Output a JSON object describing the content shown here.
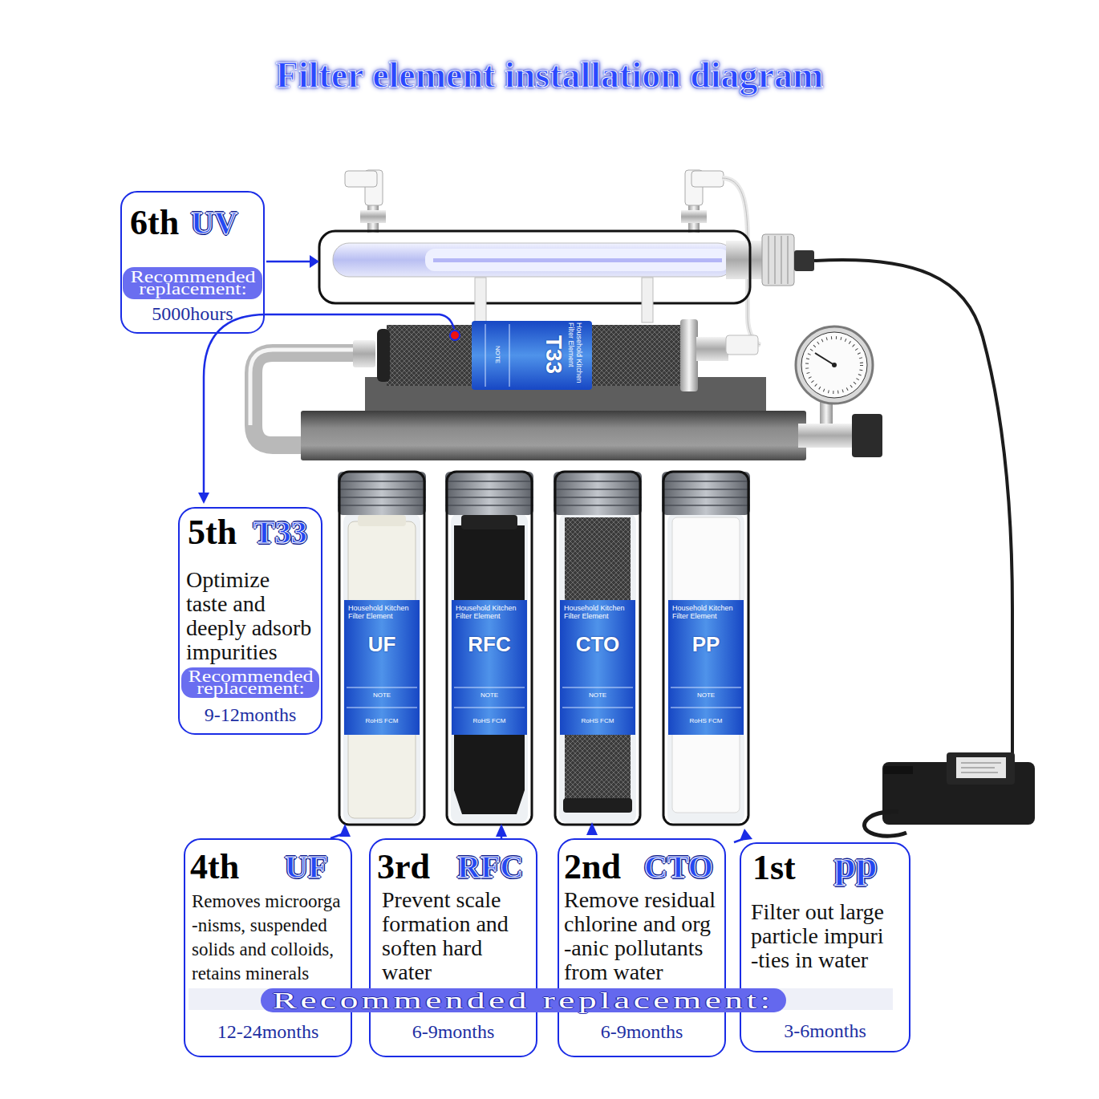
{
  "diagram": {
    "title": "Filter element installation diagram",
    "nodes": [
      {
        "text": [
          "6th",
          "UV",
          "5000hours"
        ]
      },
      {
        "text": [
          "Recommended replacement:"
        ],
        "in": 0
      },
      {
        "text": [
          "5th",
          "T33",
          "Optimize taste and deeply adsorb impurities",
          "9-12months"
        ]
      },
      {
        "text": [
          "Recommended replacement:"
        ],
        "in": 2
      },
      {
        "text": [
          "4th",
          "UF",
          "Removes microorga -nisms, suspended solids and colloids, retains minerals",
          "12-24months"
        ]
      },
      {
        "text": [
          "3rd",
          "RFC",
          "Prevent scale formation and soften hard water",
          "6-9months"
        ]
      },
      {
        "text": [
          "2nd",
          "CTO",
          "Remove residual chlorine and org -anic pollutants from water",
          "6-9months"
        ]
      },
      {
        "text": [
          "1st",
          "pp",
          "Filter out large particle impuri -ties in water",
          "3-6months"
        ]
      },
      {
        "text": [
          "Recommended replacement:"
        ]
      }
    ],
    "labels": [
      "Household Kitchen Filter Element",
      "T33",
      "NOTE",
      "Household Kitchen Filter Element",
      "UF",
      "NOTE",
      "RoHS FCM",
      "Household Kitchen Filter Element",
      "RFC",
      "NOTE",
      "RoHS FCM",
      "Household Kitchen Filter Element",
      "CTO",
      "NOTE",
      "RoHS FCM",
      "Household Kitchen Filter Element",
      "PP",
      "NOTE",
      "RoHS FCM"
    ]
  }
}
